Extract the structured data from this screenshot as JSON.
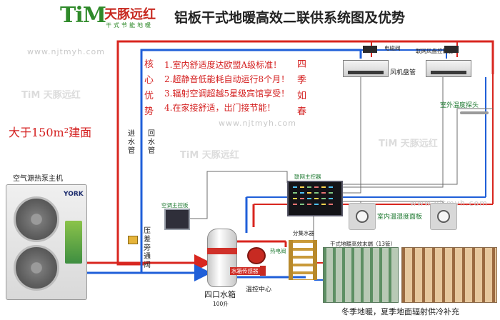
{
  "logo": {
    "mark": "TiM",
    "name": "天豚远红",
    "tagline": "干式节能地暖"
  },
  "title": "铝板干式地暖高效二联供系统图及优势",
  "watermark": {
    "url": "www.njtmyh.com",
    "brand": "TiM 天豚远红"
  },
  "advantages": {
    "side_label": "核心优势",
    "suffix_label": "四季如春",
    "items": [
      "1.室内舒适度达欧盟A级标准！",
      "2.超静音低能耗自动运行8个月！",
      "3.辐射空调超越5星级宾馆享受！",
      "4.在家接舒适，出门接节能！"
    ]
  },
  "callout": "大于150m²建面",
  "labels": {
    "heat_pump": "空气源热泵主机",
    "heat_pump_brand": "YORK",
    "supply_pipe": "进水管",
    "return_pipe": "回水管",
    "ac_controller": "空调主控板",
    "bypass_valve": "压差旁通阀",
    "tank": "四口水箱",
    "tank_volume": "100升",
    "tank_sensor": "水箱传感器",
    "temp_center": "温控中心",
    "hot_pump": "热电阀",
    "manifold": "分集水器",
    "net_controller": "联网主控器",
    "indoor_panel": "室内温湿度面板",
    "outdoor_probe": "室外温度探头",
    "solenoid": "电磁阀",
    "fan_coil": "风机盘管",
    "fan_coil_controller": "联网风盘控制器",
    "dry_floor": "干式地暖高效末端（13管）",
    "bottom_caption": "冬季地暖，夏季地面辐射供冷补充"
  },
  "colors": {
    "supply": "#d8261f",
    "return": "#1f5fd8",
    "control": "#6c6c6c",
    "accent_red": "#d41f1f",
    "brand_green": "#2f8a2a"
  }
}
